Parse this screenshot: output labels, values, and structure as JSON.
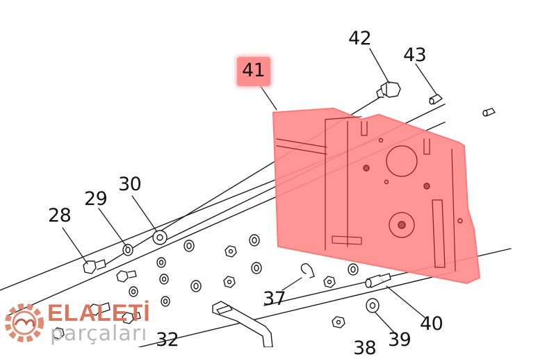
{
  "diagram": {
    "callouts": {
      "c28": "28",
      "c29": "29",
      "c30": "30",
      "c32": "32",
      "c37": "37",
      "c38": "38",
      "c39": "39",
      "c40": "40",
      "c41": "41",
      "c42": "42",
      "c43": "43"
    },
    "highlighted_part": "41",
    "highlight_color": "#ff6666"
  },
  "watermark": {
    "name": "ELALETİ",
    "sub": "parçaları",
    "accent_color": "#d9755d"
  }
}
